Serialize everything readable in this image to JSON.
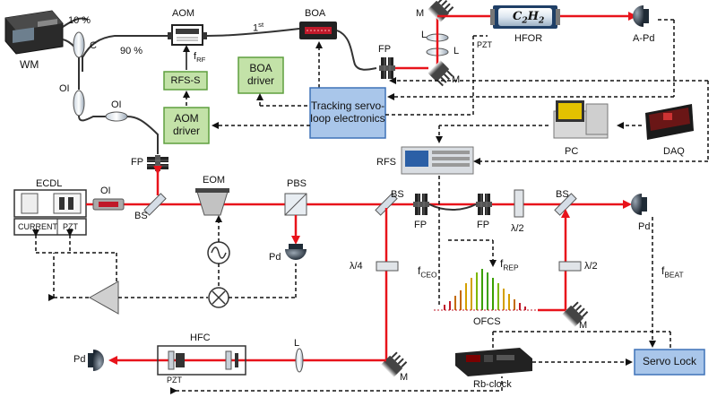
{
  "nodes": {
    "wm": "WM",
    "coupler_c": "C",
    "split_10": "10 %",
    "split_90": "90 %",
    "aom": "AOM",
    "first_order": "1",
    "first_order_sup": "st",
    "boa": "BOA",
    "mirror_top": "M",
    "hfor": "HFOR",
    "hfor_gas": "C",
    "hfor_gas_sub1": "2",
    "hfor_gas_h": "H",
    "hfor_gas_sub2": "2",
    "a_pd": "A-Pd",
    "pzt_hfor": "PZT",
    "lens_l1": "L",
    "lens_l2": "L",
    "mirror_hfor": "M",
    "fp_top": "FP",
    "f_rf": "f",
    "f_rf_sub": "RF",
    "rfs_s": "RFS-S",
    "boa_driver": "BOA driver",
    "oi_left": "OI",
    "oi_mid": "OI",
    "tracking": "Tracking servo-loop electronics",
    "aom_driver": "AOM driver",
    "pc": "PC",
    "daq": "DAQ",
    "rfs": "RFS",
    "fp_vert": "FP",
    "ecdl": "ECDL",
    "current": "CURRENT",
    "pzt_ecdl": "PZT",
    "oi_ecdl": "OI",
    "bs_1": "BS",
    "eom": "EOM",
    "pbs": "PBS",
    "bs_2": "BS",
    "fp_2": "FP",
    "fp_3": "FP",
    "half_wave_1": "λ/2",
    "bs_3": "BS",
    "pd_right": "Pd",
    "pd_pbs": "Pd",
    "quarter_wave": "λ/4",
    "f_ceo": "f",
    "f_ceo_sub": "CEO",
    "f_rep": "f",
    "f_rep_sub": "REP",
    "ofcs": "OFCS",
    "half_wave_2": "λ/2",
    "mirror_ofcs": "M",
    "f_beat": "f",
    "f_beat_sub": "BEAT",
    "hfc": "HFC",
    "pzt_hfc": "PZT",
    "lens_hfc": "L",
    "mirror_hfc": "M",
    "pd_hfc": "Pd",
    "rb_clock": "Rb-clock",
    "servo_lock": "Servo Lock"
  },
  "colors": {
    "laser": "#e8131b",
    "box_blue": "#a9c6ea",
    "box_green": "#c3e2a8",
    "box_green_border": "#5f9f3f",
    "box_blue_border": "#3e72b8",
    "fiber": "#333333",
    "mirror": "#555555"
  },
  "icons": [
    "wavemeter-device",
    "signal-generator",
    "computer",
    "daq-card",
    "rb-clock-unit",
    "photodiode",
    "oscillator",
    "mixer",
    "amplifier"
  ]
}
